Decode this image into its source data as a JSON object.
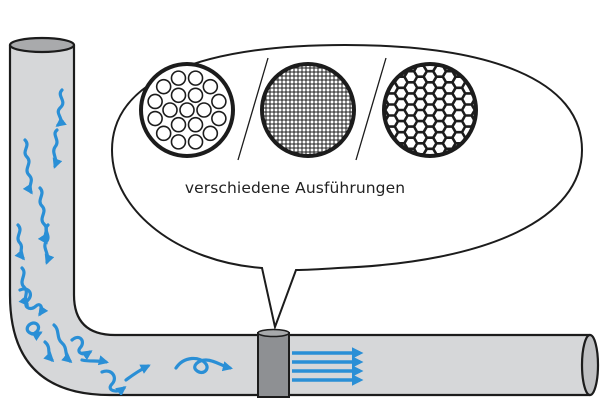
{
  "caption": "verschiedene Ausführungen",
  "diagram": {
    "elements": [
      "pipe-elbow",
      "coupling-ring",
      "speech-bubble",
      "mesh-round-holes",
      "mesh-square-grid",
      "mesh-hexagonal"
    ],
    "colors": {
      "pipe_fill": "#d6d7d9",
      "pipe_end": "#a9aaac",
      "ring": "#8e9093",
      "outline": "#1c1c1c",
      "flow": "#2a8fd6",
      "bubble_fill": "#ffffff"
    }
  }
}
